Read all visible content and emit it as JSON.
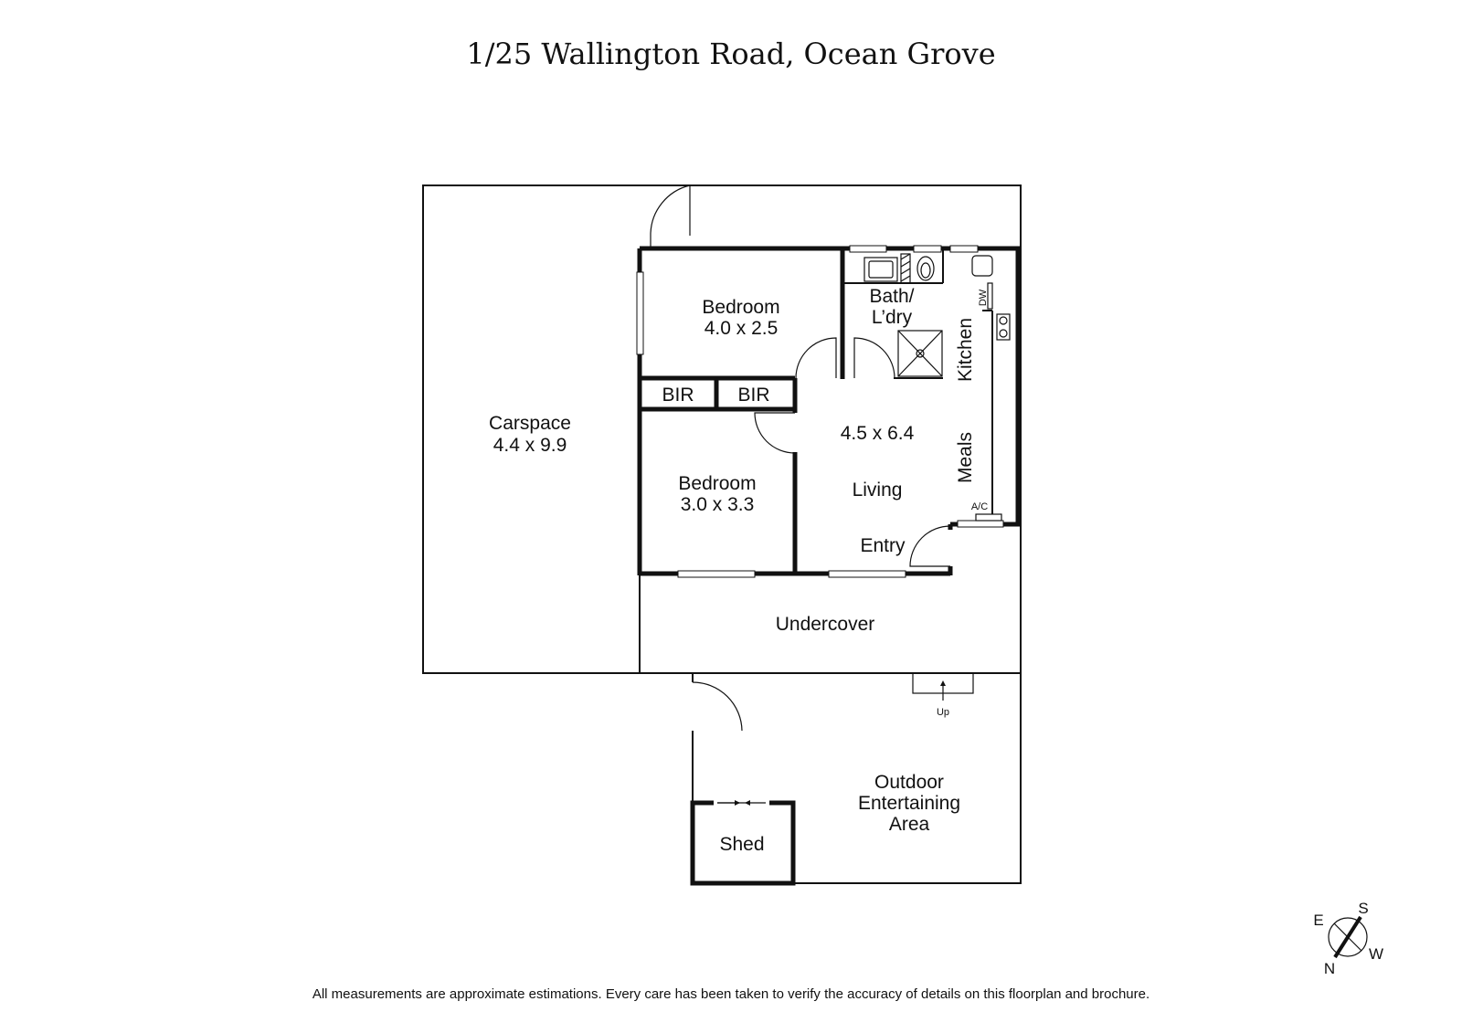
{
  "title": "1/25 Wallington Road, Ocean Grove",
  "footer": "All measurements are approximate estimations. Every care has been taken to verify the accuracy of details on this floorplan and brochure.",
  "rooms": {
    "bedroom1": {
      "name": "Bedroom",
      "size": "4.0 x 2.5"
    },
    "bath": {
      "line1": "Bath/",
      "line2": "L’dry"
    },
    "kitchen": "Kitchen",
    "meals": "Meals",
    "bir1": "BIR",
    "bir2": "BIR",
    "living": {
      "size": "4.5 x 6.4",
      "name": "Living"
    },
    "bedroom2": {
      "name": "Bedroom",
      "size": "3.0 x 3.3"
    },
    "entry": "Entry",
    "carspace": {
      "name": "Carspace",
      "size": "4.4 x 9.9"
    },
    "undercover": "Undercover",
    "outdoor": {
      "line1": "Outdoor",
      "line2": "Entertaining",
      "line3": "Area"
    },
    "shed": "Shed"
  },
  "fixtures": {
    "dw": "DW",
    "ac": "A/C",
    "up": "Up"
  },
  "compass": {
    "n": "N",
    "s": "S",
    "e": "E",
    "w": "W"
  }
}
